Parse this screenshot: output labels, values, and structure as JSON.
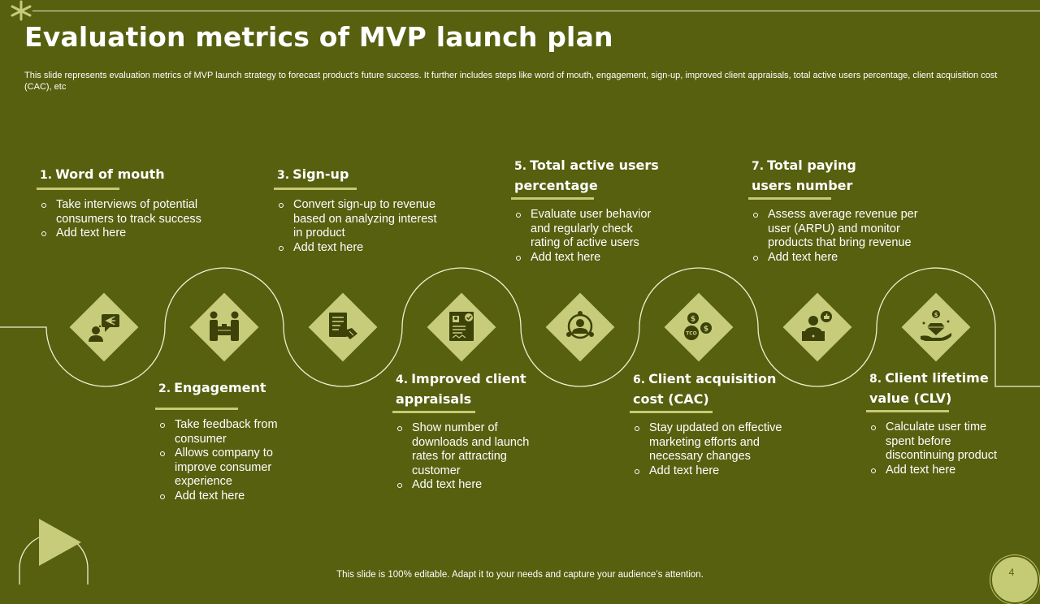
{
  "title": "Evaluation metrics of MVP launch plan",
  "subtitle": "This slide represents evaluation metrics of MVP  launch strategy to forecast product’s future success. It further includes steps like word of mouth, engagement, sign-up, improved client appraisals, total active users percentage, client acquisition cost (CAC), etc",
  "steps": [
    {
      "num": "1.",
      "title": "Word of mouth",
      "icon": "speech-megaphone-icon",
      "bullets": [
        "Take interviews of potential consumers to track success",
        "Add text here"
      ]
    },
    {
      "num": "2.",
      "title": "Engagement",
      "icon": "handshake-people-icon",
      "bullets": [
        "Take feedback from consumer",
        "Allows company to improve consumer experience",
        "Add text here"
      ]
    },
    {
      "num": "3.",
      "title": "Sign-up",
      "icon": "document-signup-icon",
      "bullets": [
        "Convert sign-up to revenue based on analyzing interest in product",
        "Add text here"
      ]
    },
    {
      "num": "4.",
      "title": "Improved client appraisals",
      "icon": "certificate-icon",
      "bullets": [
        "Show number of downloads and launch rates for attracting customer",
        "Add text here"
      ]
    },
    {
      "num": "5.",
      "title": "Total active users percentage",
      "icon": "active-user-cycle-icon",
      "bullets": [
        "Evaluate user behavior and regularly check rating of active users",
        "Add text here"
      ]
    },
    {
      "num": "6.",
      "title": "Client acquisition cost (CAC)",
      "icon": "coins-tco-icon",
      "bullets": [
        "Stay updated on effective  marketing efforts and necessary changes",
        "Add text here"
      ]
    },
    {
      "num": "7.",
      "title": "Total paying users number",
      "icon": "laptop-thumbs-up-icon",
      "bullets": [
        "Assess average revenue per user (ARPU) and monitor products that bring revenue",
        "Add text here"
      ]
    },
    {
      "num": "8.",
      "title": "Client lifetime value (CLV)",
      "icon": "diamond-hand-icon",
      "bullets": [
        "Calculate user time spent before discontinuing product",
        "Add text here"
      ]
    }
  ],
  "footer": "This slide is 100% editable. Adapt it to your needs and capture your audience’s attention.",
  "page_number": "4",
  "colors": {
    "background": "#56600f",
    "accent": "#c6cc7a",
    "icon": "#3c4208",
    "text": "#ffffff"
  }
}
